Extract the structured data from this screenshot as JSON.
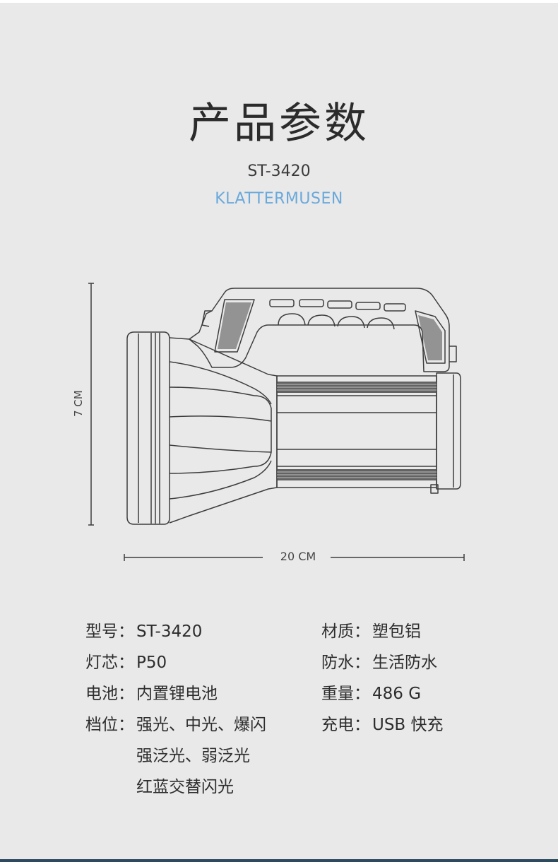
{
  "header": {
    "title": "产品参数",
    "model": "ST-3420",
    "brand": "KLATTERMUSEN"
  },
  "dimensions": {
    "height_label": "7 CM",
    "width_label": "20 CM"
  },
  "specs_left": [
    {
      "label": "型号：",
      "values": [
        "ST-3420"
      ]
    },
    {
      "label": "灯芯：",
      "values": [
        "P50"
      ]
    },
    {
      "label": "电池：",
      "values": [
        "内置锂电池"
      ]
    },
    {
      "label": "档位：",
      "values": [
        "强光、中光、爆闪",
        "强泛光、弱泛光",
        "红蓝交替闪光"
      ]
    }
  ],
  "specs_right": [
    {
      "label": "材质：",
      "values": [
        "塑包铝"
      ]
    },
    {
      "label": "防水：",
      "values": [
        "生活防水"
      ]
    },
    {
      "label": "重量：",
      "values": [
        "486 G"
      ]
    },
    {
      "label": "充电：",
      "values": [
        "USB 快充"
      ]
    }
  ],
  "colors": {
    "background": "#e9e9e9",
    "brand_blue": "#6aa9dc",
    "bottom_bar": "#2d4a5e"
  }
}
